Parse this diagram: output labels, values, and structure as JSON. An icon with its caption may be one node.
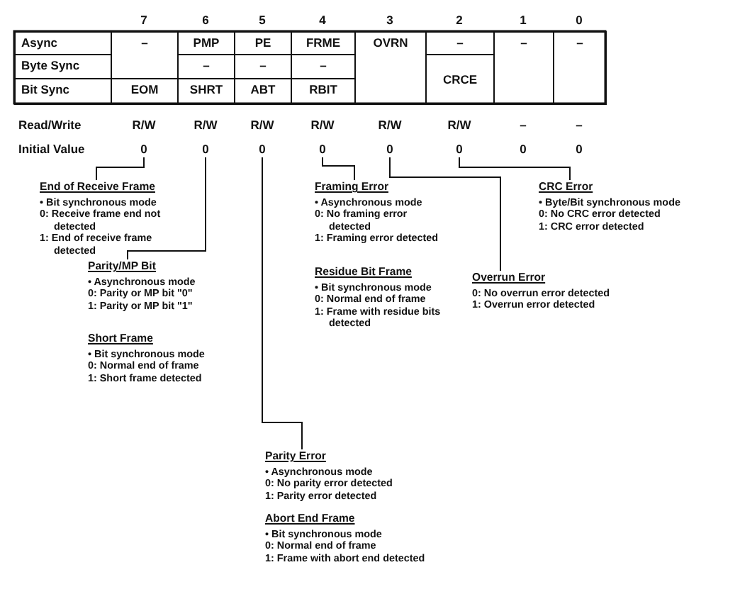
{
  "diagram": {
    "nodes": [
      {
        "text": [
          "0"
        ]
      },
      {
        "text": [
          "0"
        ]
      },
      {
        "text": [
          "0"
        ]
      },
      {
        "text": [
          "0"
        ]
      },
      {
        "text": [
          "0"
        ]
      },
      {
        "text": [
          "0"
        ]
      },
      {
        "text": [
          "End of Receive Frame",
          "• Bit synchronous mode",
          "0: Receive frame end not detected",
          "1: End of receive frame detected"
        ]
      },
      {
        "text": [
          "Framing Error",
          "• Asynchronous mode",
          "0: No framing error detected",
          "1: Framing error detected"
        ]
      },
      {
        "text": [
          "CRC Error",
          "• Byte/Bit synchronous mode",
          "0: No CRC error detected",
          "1: CRC error detected"
        ]
      },
      {
        "text": [
          "Parity/MP Bit",
          "• Asynchronous mode",
          "0: Parity or MP bit \"0\"",
          "1: Parity or MP bit \"1\""
        ]
      },
      {
        "text": [
          "Residue Bit Frame",
          "• Bit synchronous mode",
          "0: Normal end of frame",
          "1: Frame with residue bits detected"
        ]
      },
      {
        "text": [
          "Overrun Error",
          "0: No overrun error detected",
          "1: Overrun error detected"
        ]
      },
      {
        "text": [
          "Short Frame",
          "• Bit synchronous mode",
          "0: Normal end of frame",
          "1: Short frame detected"
        ]
      },
      {
        "text": [
          "Parity Error",
          "• Asynchronous mode",
          "0: No parity error detected",
          "1: Parity error detected"
        ]
      },
      {
        "text": [
          "Abort End Frame",
          "• Bit synchronous mode",
          "0: Normal end of frame",
          "1: Frame with abort end detected"
        ]
      }
    ],
    "edges": [
      {
        "from": 0,
        "to": 6,
        "arrow": "none"
      },
      {
        "from": 1,
        "to": 9,
        "arrow": "none"
      },
      {
        "from": 2,
        "to": 13,
        "arrow": "none"
      },
      {
        "from": 3,
        "to": 7,
        "arrow": "none"
      },
      {
        "from": 4,
        "to": 11,
        "arrow": "none"
      },
      {
        "from": 5,
        "to": 8,
        "arrow": "none"
      }
    ],
    "labels": [
      "7",
      "6",
      "5",
      "4",
      "3",
      "2",
      "1",
      "0",
      "Async",
      "–",
      "PMP",
      "PE",
      "FRME",
      "OVRN",
      "–",
      "–",
      "–",
      "Byte Sync",
      "–",
      "–",
      "–",
      "CRCE",
      "Bit Sync",
      "EOM",
      "SHRT",
      "ABT",
      "RBIT",
      "Read/Write",
      "R/W",
      "R/W",
      "R/W",
      "R/W",
      "R/W",
      "R/W",
      "–",
      "–",
      "Initial Value",
      "0",
      "0"
    ]
  }
}
